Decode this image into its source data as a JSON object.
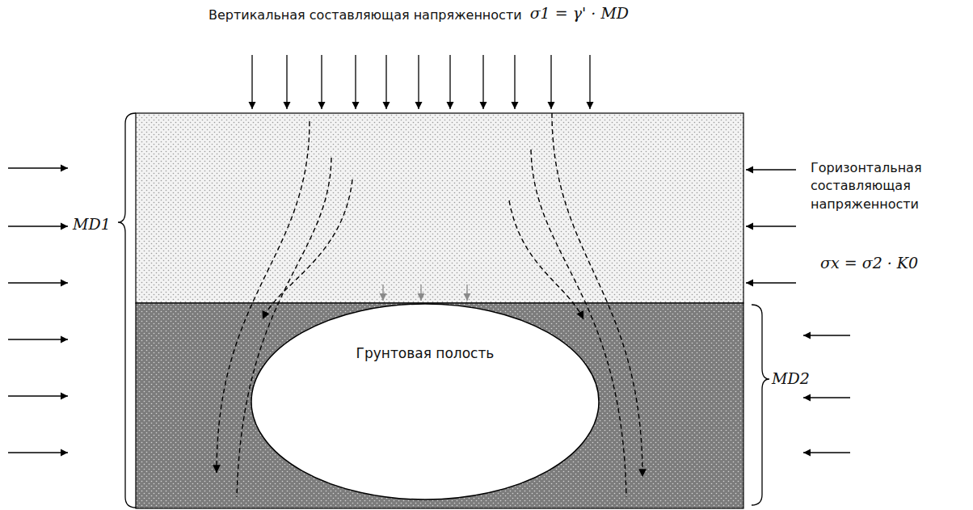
{
  "diagram": {
    "nodes": [
      {
        "text": [
          "Грунтовая полость"
        ]
      }
    ],
    "edges": [],
    "labels": [
      "Вертикальная составляющая напряженности",
      "σ1 = γ' · MD",
      "Горизонтальная составляющая напряженности",
      "σx = σ2 · K0",
      "MD1",
      "MD2"
    ]
  }
}
